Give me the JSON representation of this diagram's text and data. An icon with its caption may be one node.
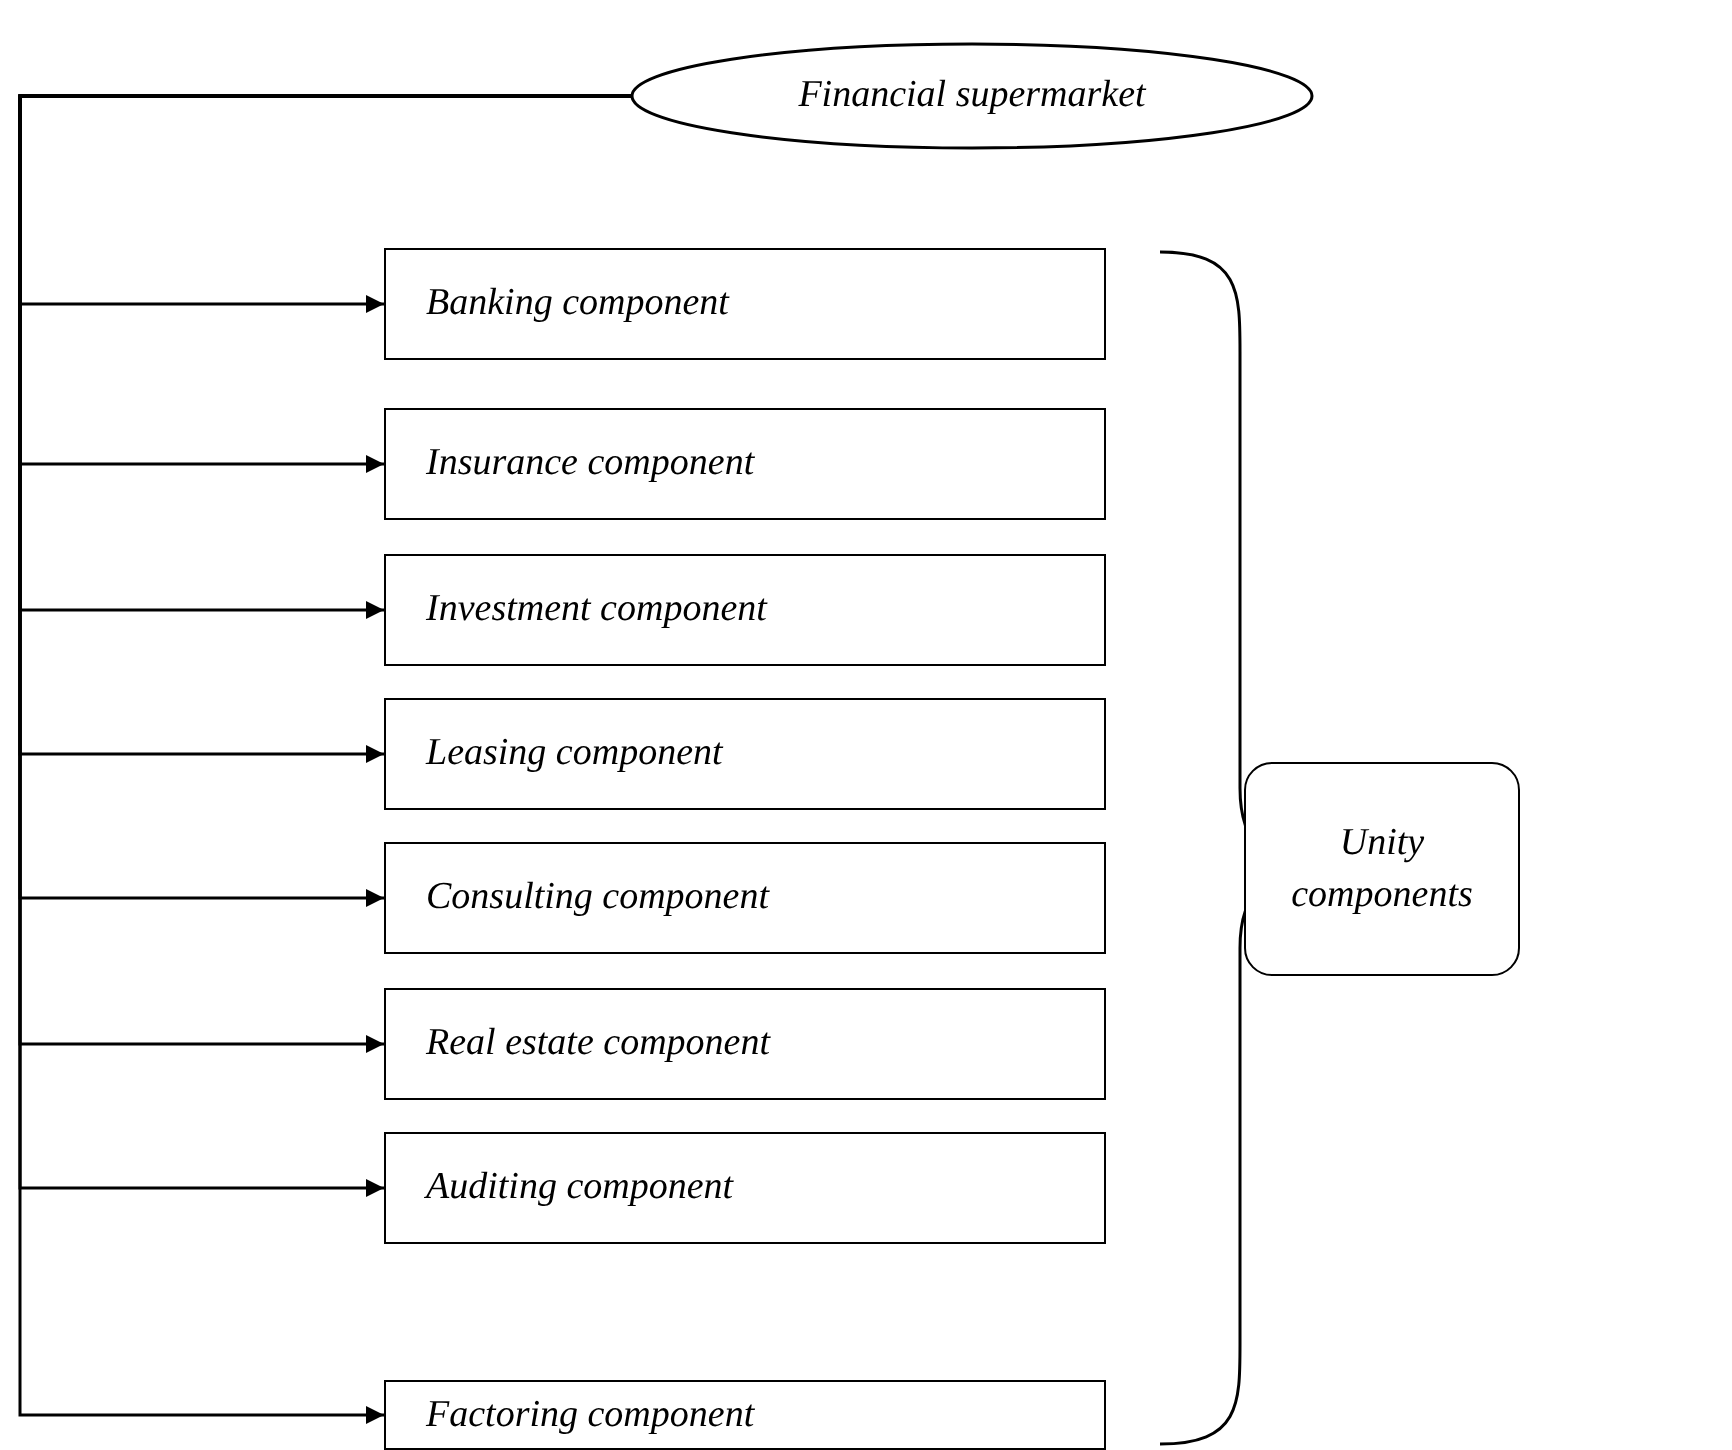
{
  "diagram": {
    "nodes": [
      {
        "text": [
          "Financial supermarket"
        ]
      },
      {
        "text": [
          "Banking component"
        ]
      },
      {
        "text": [
          "Insurance component"
        ]
      },
      {
        "text": [
          "Investment component"
        ]
      },
      {
        "text": [
          "Leasing component"
        ]
      },
      {
        "text": [
          "Consulting component"
        ]
      },
      {
        "text": [
          "Real estate component"
        ]
      },
      {
        "text": [
          "Auditing component"
        ]
      },
      {
        "text": [
          "Factoring component"
        ]
      },
      {
        "text": [
          "Unity components"
        ]
      }
    ],
    "edges": [
      {
        "from": 0,
        "to": 1,
        "arrow": "to"
      },
      {
        "from": 0,
        "to": 2,
        "arrow": "to"
      },
      {
        "from": 0,
        "to": 3,
        "arrow": "to"
      },
      {
        "from": 0,
        "to": 4,
        "arrow": "to"
      },
      {
        "from": 0,
        "to": 5,
        "arrow": "to"
      },
      {
        "from": 0,
        "to": 6,
        "arrow": "to"
      },
      {
        "from": 0,
        "to": 7,
        "arrow": "to"
      },
      {
        "from": 0,
        "to": 8,
        "arrow": "to"
      }
    ]
  }
}
